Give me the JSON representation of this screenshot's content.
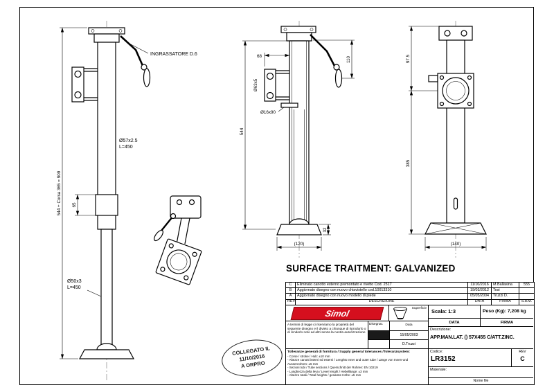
{
  "colors": {
    "logo_red": "#d50f1e",
    "line_black": "#000000"
  },
  "drawing": {
    "surface_treatment": "SURFACE TRAITMENT: GALVANIZED",
    "labels": {
      "ingrassatore": "INGRASSATORE D.6"
    },
    "dims": {
      "total": "544 + Corsa 365 = 909",
      "d65": "65",
      "outer_tube_1": "Ø57x2.5",
      "outer_tube_2": "L=450",
      "inner_tube_1": "Ø50x3",
      "inner_tube_2": "L=450",
      "d68": "68",
      "d110": "110",
      "d544": "544",
      "d63": "Ø63x5",
      "d16": "Ø16x90",
      "d32": "32",
      "d120": "(120)",
      "d97": "97.5",
      "d385": "385",
      "d140": "(140)"
    }
  },
  "stamp": {
    "line1": "COLLEGATO IL",
    "line2": "11/10/2016",
    "line3": "A ORPRO"
  },
  "revisions": {
    "headers": {
      "rev": "REV",
      "desc": "DESCRIZIONE",
      "data": "DATA",
      "firma": "FIRMA",
      "sdm": "S.d.M."
    },
    "rows": [
      {
        "rev": "C",
        "desc": "Eliminato canotto esterno premontato e rivetto Cod. 2517",
        "date": "11/10/2016",
        "firma": "M.Ballasina",
        "extra": "555"
      },
      {
        "rev": "B",
        "desc": "Aggiornato disegno con nuovo chiavistello cod.10013310",
        "date": "19/03/2012",
        "firma": "Tosi",
        "extra": ""
      },
      {
        "rev": "A",
        "desc": "Aggiornato disegno con nuovo modello di piede",
        "date": "05/05/2004",
        "firma": "Truzzi D.",
        "extra": ""
      }
    ]
  },
  "title_block": {
    "logo_text": "Simol",
    "superficie_label": "Superficie",
    "scala": "Scala: 1:3",
    "peso": "Peso (Kg): 7,208 kg",
    "data_header": "DATA",
    "firma_header": "FIRMA",
    "descrizione_label": "Descrizione:",
    "descrizione_value": "APP.MAN.LAT. () 57X455 C/ATT.ZINC.",
    "codice_label": "Codice:",
    "codice_value": "LR3152",
    "rev_label": "REV",
    "rev_value": "C",
    "materiale_label": "Materiale:",
    "nome_file_label": "Nome file",
    "legal_text": "A termini di legge ci riserviamo la proprietà del seguente disegno e il divieto a chiunque di riprodurlo o di renderlo noto ad altri senza la nostra autorizzazione",
    "sig": {
      "disegnat_label": "Disegnat.",
      "data_label": "Data",
      "date_value": "15/05/2003",
      "name": "D.Truzzi"
    },
    "tolerances_title": "Tolleranze generali di fornitura / Supply general tolerances /Toleranzsystem:",
    "tolerance_lines": [
      "- Corse / stroke / Hub: ±10 mm",
      "- Altezze canotti interni ed esterni / Lenghts Inner and outer tube / Länge von Innen-und Aussenrohren: ±5 mm",
      "- Sezioni tubi / Tube sections / Querschnitt der Rohren: EN 10219",
      "- Lunghezza della leva / Lever lenght / Hebellänge: ±3 mm",
      "- Altezze totali / Total heights / gesamte Höhe: ±5 mm"
    ]
  }
}
